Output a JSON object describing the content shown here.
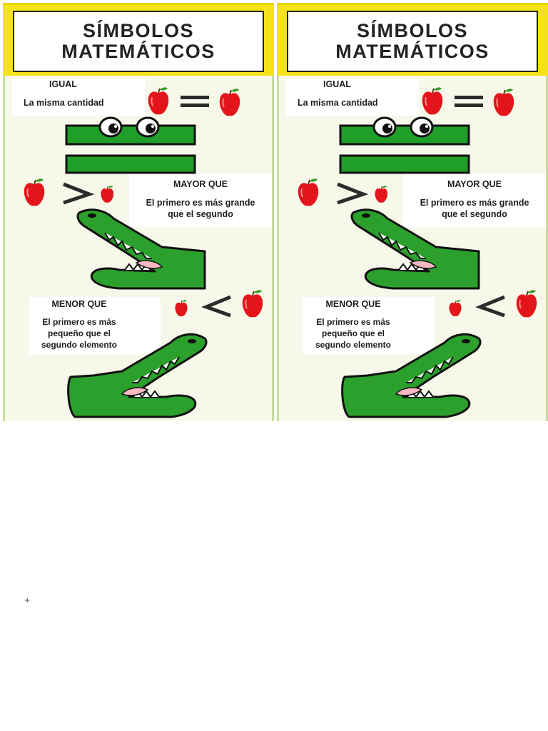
{
  "title": {
    "line1": "SÍMBOLOS",
    "line2": "MATEMÁTICOS"
  },
  "equal": {
    "heading": "IGUAL",
    "description": "La misma cantidad"
  },
  "greater": {
    "heading": "MAYOR QUE",
    "description_line1": "El primero es más grande",
    "description_line2": "que el segundo"
  },
  "less": {
    "heading": "MENOR QUE",
    "description_line1": "El primero es más",
    "description_line2": "pequeño que el",
    "description_line3": "segundo elemento"
  },
  "footer_mark": "+",
  "colors": {
    "header_yellow": "#f4e21a",
    "croc_green": "#2ca02c",
    "apple_red": "#e3151b",
    "panel_bg": "#f7f8ea"
  },
  "icons": [
    "apple-icon",
    "equals-sign-icon",
    "greater-than-icon",
    "less-than-icon",
    "crocodile-icon",
    "eyes-icon"
  ]
}
